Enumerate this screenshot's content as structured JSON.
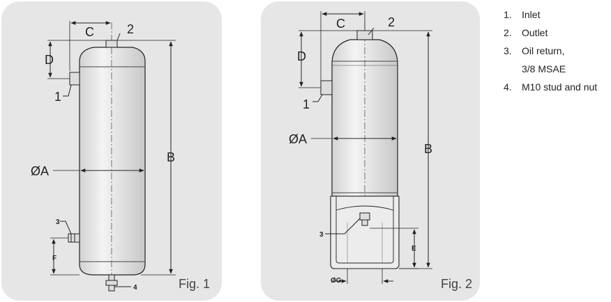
{
  "figure1": {
    "label": "Fig. 1",
    "dims": {
      "c": "C",
      "d": "D",
      "a": "ØA",
      "b": "B",
      "f": "F"
    },
    "callouts": {
      "n1": "1",
      "n2": "2",
      "n3": "3",
      "n4": "4"
    }
  },
  "figure2": {
    "label": "Fig. 2",
    "dims": {
      "c": "C",
      "d": "D",
      "a": "ØA",
      "b": "B",
      "e": "E",
      "g": "ØG"
    },
    "callouts": {
      "n1": "1",
      "n2": "2",
      "n3": "3"
    }
  },
  "legend": [
    {
      "num": "1.",
      "text": "Inlet"
    },
    {
      "num": "2.",
      "text": "Outlet"
    },
    {
      "num": "3.",
      "text": "Oil return,"
    },
    {
      "num": "",
      "text": "3/8 MSAE"
    },
    {
      "num": "4.",
      "text": "M10 stud and nut"
    }
  ]
}
